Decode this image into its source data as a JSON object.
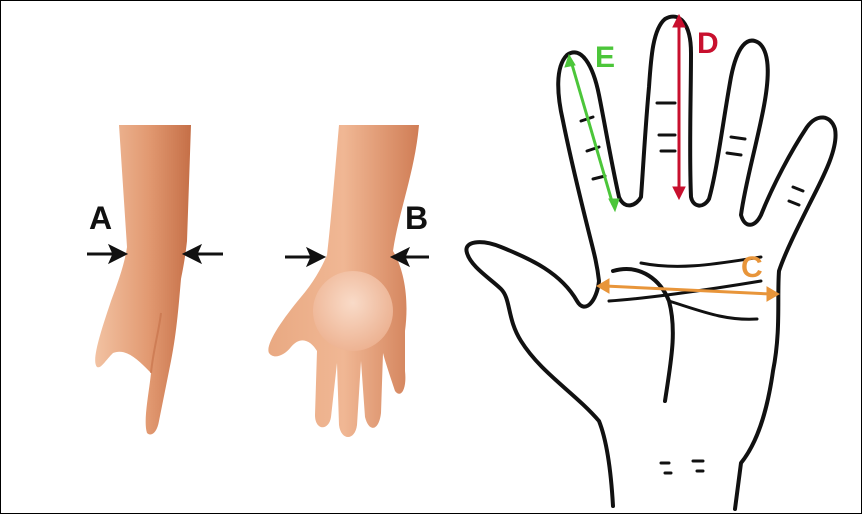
{
  "labels": {
    "a": "A",
    "b": "B",
    "c": "C",
    "d": "D",
    "e": "E"
  },
  "colors": {
    "arrow_black": "#111111",
    "label_c": "#e8953a",
    "label_d": "#c8102e",
    "label_e": "#4cc63a",
    "skin_light": "#f3c7a8",
    "skin_mid": "#e7a37d",
    "skin_dark": "#c8734c",
    "outline": "#111111"
  }
}
